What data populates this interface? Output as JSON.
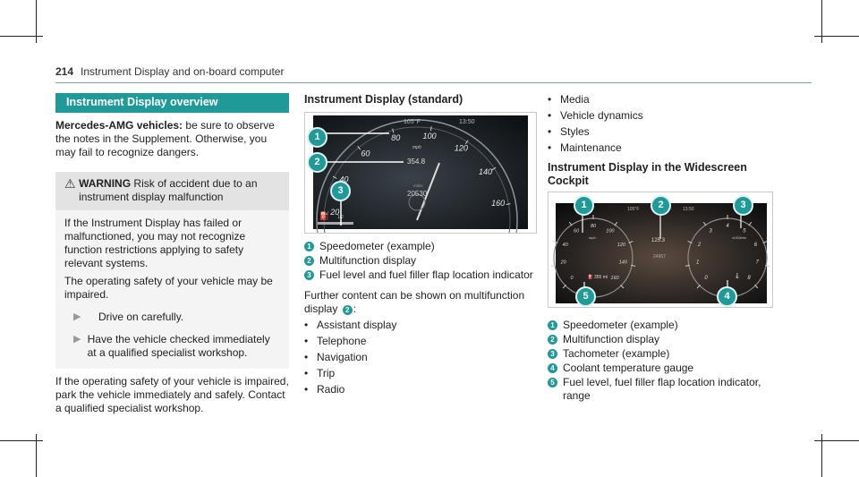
{
  "page": {
    "number": "214",
    "section": "Instrument Display and on-board computer"
  },
  "col1": {
    "bar_title": "Instrument Display overview",
    "intro_bold": "Mercedes-AMG vehicles:",
    "intro_text": "be sure to observe the notes in the Supplement. Otherwise, you may fail to recognize dangers.",
    "warning_label": "WARNING",
    "warning_head": "Risk of accident due to an instrument display malfunction",
    "warning_p1": "If the Instrument Display has failed or malfunctioned, you may not recognize function restrictions applying to safety relevant systems.",
    "warning_p2": "The operating safety of your vehicle may be impaired.",
    "step1": "Drive on carefully.",
    "step2": "Have the vehicle checked immediately at a qualified specialist workshop.",
    "after": "If the operating safety of your vehicle is impaired, park the vehicle immediately and safely. Contact a qualified specialist workshop."
  },
  "col2": {
    "heading": "Instrument Display (standard)",
    "screen": {
      "temp": "105°F",
      "time": "13:50",
      "unit": "mph",
      "trip": "354.8",
      "odo_label": "miles",
      "odo": "20530",
      "fuel_half": "1/2"
    },
    "legend": [
      {
        "n": "1",
        "text": "Speedometer (example)"
      },
      {
        "n": "2",
        "text": "Multifunction display"
      },
      {
        "n": "3",
        "text": "Fuel level and fuel filler flap location indicator"
      }
    ],
    "content_text": "Further content can be shown on multifunction display",
    "content_ref": "2",
    "content_colon": ":",
    "bullets": [
      "Assistant display",
      "Telephone",
      "Navigation",
      "Trip",
      "Radio"
    ]
  },
  "col3": {
    "bullets": [
      "Media",
      "Vehicle dynamics",
      "Styles",
      "Maintenance"
    ],
    "heading": "Instrument Display in the Widescreen Cockpit",
    "screen": {
      "temp": "105°F",
      "time": "13:50",
      "trip": "125.3",
      "odo": "24967",
      "unit": "mph",
      "rpm": "x1000/min",
      "range": "355 mi"
    },
    "legend": [
      {
        "n": "1",
        "text": "Speedometer (example)"
      },
      {
        "n": "2",
        "text": "Multifunction display"
      },
      {
        "n": "3",
        "text": "Tachometer (example)"
      },
      {
        "n": "4",
        "text": "Coolant temperature gauge"
      },
      {
        "n": "5",
        "text": "Fuel level, fuel filler flap location indicator, range"
      }
    ]
  },
  "speedo_ticks": [
    "0",
    "20",
    "40",
    "60",
    "80",
    "100",
    "120",
    "140",
    "160"
  ],
  "tach_ticks": [
    "0",
    "1",
    "2",
    "3",
    "4",
    "5",
    "6",
    "7",
    "8"
  ],
  "callout_labels": [
    "1",
    "2",
    "3",
    "4",
    "5"
  ],
  "colors": {
    "accent": "#1f9a98",
    "screen": "#101418"
  }
}
